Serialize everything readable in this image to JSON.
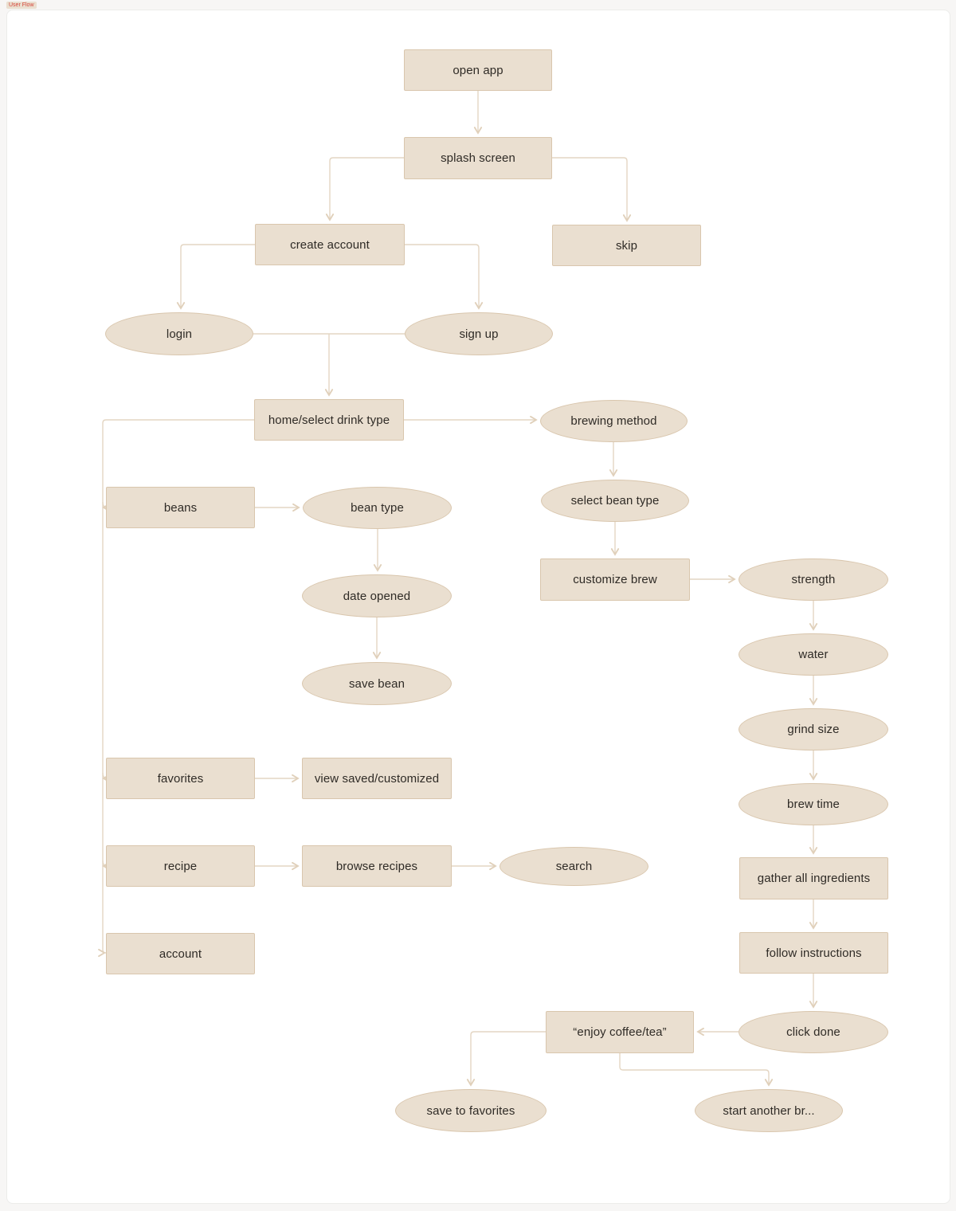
{
  "frame": {
    "label": "User Flow"
  },
  "colors": {
    "node_fill": "#eadfd0",
    "node_border": "#d9c6ad",
    "connector": "#e4d6c3",
    "node_text": "#2f2b26",
    "frame_label_text": "#d6453a",
    "frame_label_bg": "#eadfd0",
    "canvas_bg": "#ffffff",
    "page_bg": "#f7f6f5"
  },
  "nodes": [
    {
      "id": "open-app",
      "shape": "rect",
      "label": "open app"
    },
    {
      "id": "splash-screen",
      "shape": "rect",
      "label": "splash screen"
    },
    {
      "id": "create-account",
      "shape": "rect",
      "label": "create account"
    },
    {
      "id": "skip",
      "shape": "rect",
      "label": "skip"
    },
    {
      "id": "login",
      "shape": "ellipse",
      "label": "login"
    },
    {
      "id": "sign-up",
      "shape": "ellipse",
      "label": "sign up"
    },
    {
      "id": "home-select-drink-type",
      "shape": "rect",
      "label": "home/select drink type"
    },
    {
      "id": "brewing-method",
      "shape": "ellipse",
      "label": "brewing method"
    },
    {
      "id": "select-bean-type",
      "shape": "ellipse",
      "label": "select bean type"
    },
    {
      "id": "customize-brew",
      "shape": "rect",
      "label": "customize brew"
    },
    {
      "id": "beans",
      "shape": "rect",
      "label": "beans"
    },
    {
      "id": "bean-type",
      "shape": "ellipse",
      "label": "bean type"
    },
    {
      "id": "date-opened",
      "shape": "ellipse",
      "label": "date opened"
    },
    {
      "id": "save-bean",
      "shape": "ellipse",
      "label": "save bean"
    },
    {
      "id": "strength",
      "shape": "ellipse",
      "label": "strength"
    },
    {
      "id": "water",
      "shape": "ellipse",
      "label": "water"
    },
    {
      "id": "grind-size",
      "shape": "ellipse",
      "label": "grind size"
    },
    {
      "id": "brew-time",
      "shape": "ellipse",
      "label": "brew time"
    },
    {
      "id": "favorites",
      "shape": "rect",
      "label": "favorites"
    },
    {
      "id": "view-saved-customized",
      "shape": "rect",
      "label": "view saved/customized"
    },
    {
      "id": "recipe",
      "shape": "rect",
      "label": "recipe"
    },
    {
      "id": "browse-recipes",
      "shape": "rect",
      "label": "browse recipes"
    },
    {
      "id": "search",
      "shape": "ellipse",
      "label": "search"
    },
    {
      "id": "account",
      "shape": "rect",
      "label": "account"
    },
    {
      "id": "gather-all-ingredients",
      "shape": "rect",
      "label": "gather all ingredients"
    },
    {
      "id": "follow-instructions",
      "shape": "rect",
      "label": "follow instructions"
    },
    {
      "id": "click-done",
      "shape": "ellipse",
      "label": "click done"
    },
    {
      "id": "enjoy-coffee-tea",
      "shape": "rect",
      "label": "“enjoy coffee/tea”"
    },
    {
      "id": "save-to-favorites",
      "shape": "ellipse",
      "label": "save to favorites"
    },
    {
      "id": "start-another-brew",
      "shape": "ellipse",
      "label": "start another br..."
    }
  ]
}
